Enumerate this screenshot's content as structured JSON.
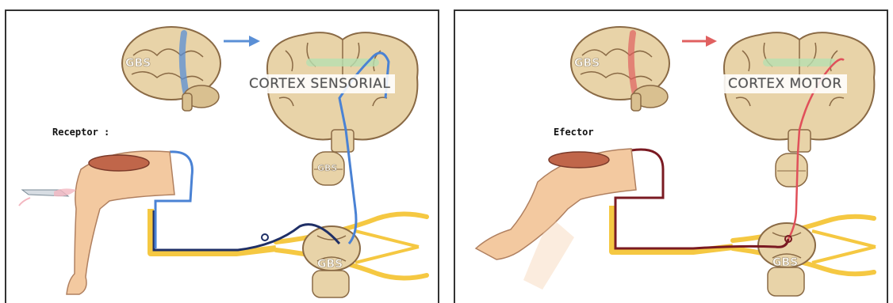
{
  "colors": {
    "brain_fill": "#e8d3a8",
    "brain_stroke": "#8a6a45",
    "sensory_accent": "#5a8fd6",
    "motor_accent": "#e06060",
    "afferent_dark": "#1f2f66",
    "motor_dark": "#7a1a22",
    "nerve_yellow": "#f5c842",
    "skin": "#f3c9a0",
    "muscle": "#c0664a"
  },
  "left_panel": {
    "cortex_label": "CORTEX SENSORIAL",
    "structure_label": "Receptor :",
    "watermark": "GBS"
  },
  "right_panel": {
    "cortex_label": "CORTEX MOTOR",
    "structure_label": "Efector",
    "watermark": "GBS"
  }
}
